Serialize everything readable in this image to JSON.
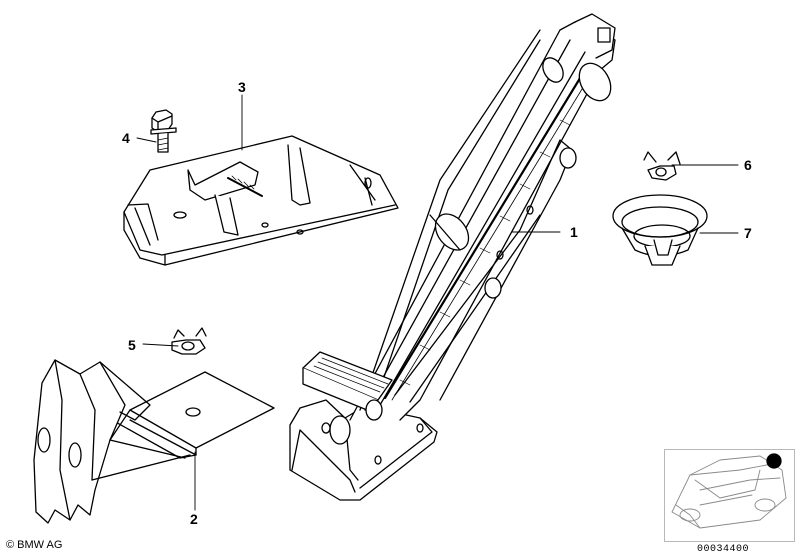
{
  "diagram": {
    "callouts": [
      {
        "id": "1",
        "label": "1"
      },
      {
        "id": "2",
        "label": "2"
      },
      {
        "id": "3",
        "label": "3"
      },
      {
        "id": "4",
        "label": "4"
      },
      {
        "id": "5",
        "label": "5"
      },
      {
        "id": "6",
        "label": "6"
      },
      {
        "id": "7",
        "label": "7"
      }
    ],
    "parts": [
      {
        "callout": "1",
        "icon": "scissor-jack-icon"
      },
      {
        "callout": "2",
        "icon": "jack-holder-bracket-icon"
      },
      {
        "callout": "3",
        "icon": "jack-mounting-tray-icon"
      },
      {
        "callout": "4",
        "icon": "hex-bolt-icon"
      },
      {
        "callout": "5",
        "icon": "wing-nut-icon"
      },
      {
        "callout": "6",
        "icon": "wing-nut-icon"
      },
      {
        "callout": "7",
        "icon": "rubber-grommet-icon"
      }
    ],
    "copyright": "© BMW AG",
    "part_number": "00034400",
    "inset_icon": "car-location-icon",
    "line_color": "#000000",
    "marker_color": "#000000"
  }
}
